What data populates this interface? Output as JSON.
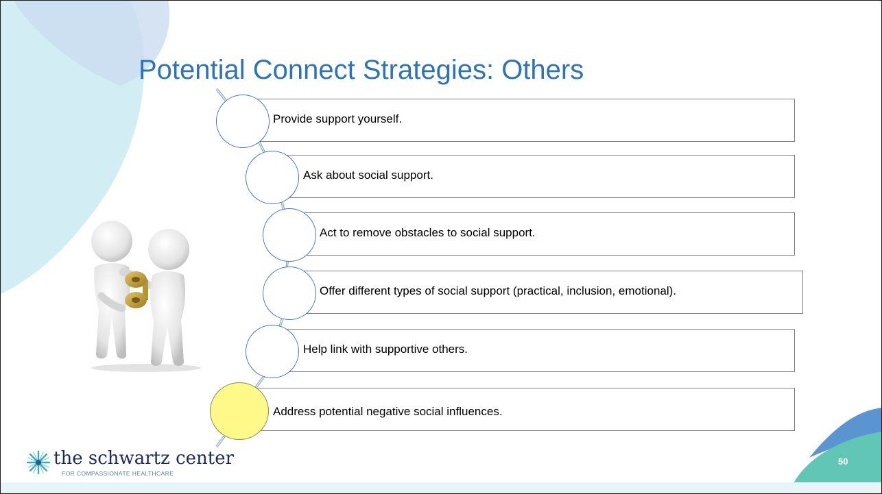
{
  "slide": {
    "title": "Potential Connect Strategies: Others",
    "number": "50"
  },
  "strategies": [
    {
      "text": "Provide support yourself.",
      "highlighted": false
    },
    {
      "text": "Ask about social support.",
      "highlighted": false
    },
    {
      "text": "Act to remove obstacles to social support.",
      "highlighted": false
    },
    {
      "text": "Offer different types of social support (practical, inclusion, emotional).",
      "highlighted": false
    },
    {
      "text": "Help link with supportive others.",
      "highlighted": false
    },
    {
      "text": "Address potential negative social influences.",
      "highlighted": true
    }
  ],
  "logo": {
    "name": "the schwartz center",
    "tagline": "FOR COMPASSIONATE HEALTHCARE"
  },
  "illustration": "two-figures-wind-up-key",
  "colors": {
    "title": "#2e74b5",
    "circle_border": "#4472c4",
    "highlight_fill": "#fff98a",
    "box_border": "#7f7f7f",
    "accent_teal": "#8fd3c4",
    "accent_blue": "#5b95d1"
  }
}
